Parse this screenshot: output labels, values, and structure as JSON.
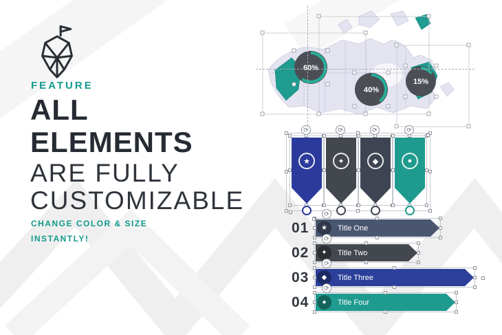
{
  "left_panel": {
    "eyebrow": "FEATURE",
    "headline_line1": "ALL",
    "headline_line2": "ELEMENTS",
    "headline_line3": "ARE FULLY",
    "headline_line4": "CUSTOMIZABLE",
    "sub_line1": "CHANGE COLOR & SIZE",
    "sub_line2": "INSTANTLY!"
  },
  "colors": {
    "accent_teal": "#12998c",
    "navy_blue": "#2b3a9b",
    "dark_gray": "#43474e",
    "slate": "#4a5670",
    "map_fill": "#e4e4f1",
    "headline_dark": "#262b33"
  },
  "map_infographic": {
    "stats": [
      {
        "value": "60%",
        "pct": 60
      },
      {
        "value": "40%",
        "pct": 40
      },
      {
        "value": "15%",
        "pct": 15
      }
    ]
  },
  "banners": {
    "items": [
      {
        "color": "#2b3a9b",
        "icon_glyph": "★"
      },
      {
        "color": "#43474e",
        "icon_glyph": "✦"
      },
      {
        "color": "#3e4452",
        "icon_glyph": "◆"
      },
      {
        "color": "#1f9a8e",
        "icon_glyph": "●"
      }
    ]
  },
  "list": {
    "items": [
      {
        "number": "01",
        "title": "Title One",
        "icon_glyph": "★"
      },
      {
        "number": "02",
        "title": "Title Two",
        "icon_glyph": "✦"
      },
      {
        "number": "03",
        "title": "Title Three",
        "icon_glyph": "◆"
      },
      {
        "number": "04",
        "title": "Title Four",
        "icon_glyph": "●"
      }
    ]
  },
  "rotation_glyph": "⟳"
}
